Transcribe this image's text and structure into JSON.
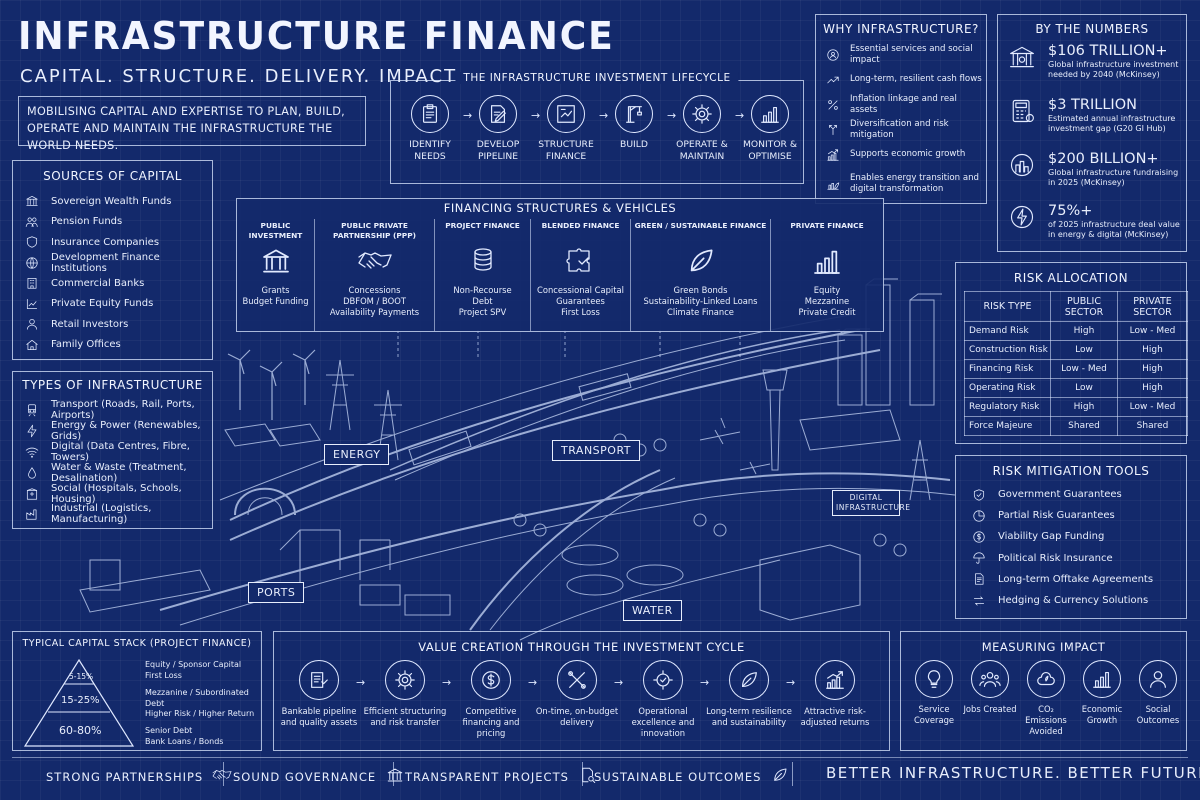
{
  "header": {
    "title": "INFRASTRUCTURE FINANCE",
    "tagline": "CAPITAL. STRUCTURE. DELIVERY. IMPACT.",
    "intro": "MOBILISING CAPITAL AND EXPERTISE TO PLAN, BUILD, OPERATE AND MAINTAIN THE INFRASTRUCTURE THE WORLD NEEDS."
  },
  "sources": {
    "title": "SOURCES OF CAPITAL",
    "items": [
      {
        "label": "Sovereign Wealth Funds",
        "icon": "bank-icon"
      },
      {
        "label": "Pension Funds",
        "icon": "people-icon"
      },
      {
        "label": "Insurance Companies",
        "icon": "shield-icon"
      },
      {
        "label": "Development Finance Institutions",
        "icon": "globe-icon"
      },
      {
        "label": "Commercial Banks",
        "icon": "building-icon"
      },
      {
        "label": "Private Equity Funds",
        "icon": "chart-icon"
      },
      {
        "label": "Retail Investors",
        "icon": "person-icon"
      },
      {
        "label": "Family Offices",
        "icon": "house-icon"
      }
    ]
  },
  "types": {
    "title": "TYPES OF INFRASTRUCTURE",
    "items": [
      {
        "label": "Transport (Roads, Rail, Ports, Airports)",
        "icon": "train-icon"
      },
      {
        "label": "Energy & Power (Renewables, Grids)",
        "icon": "bolt-icon"
      },
      {
        "label": "Digital (Data Centres, Fibre, Towers)",
        "icon": "wifi-icon"
      },
      {
        "label": "Water & Waste (Treatment, Desalination)",
        "icon": "drop-icon"
      },
      {
        "label": "Social (Hospitals, Schools, Housing)",
        "icon": "hospital-icon"
      },
      {
        "label": "Industrial (Logistics, Manufacturing)",
        "icon": "factory-icon"
      }
    ]
  },
  "lifecycle": {
    "title": "THE INFRASTRUCTURE INVESTMENT LIFECYCLE",
    "steps": [
      {
        "label": "IDENTIFY NEEDS",
        "icon": "clipboard-icon"
      },
      {
        "label": "DEVELOP PIPELINE",
        "icon": "pencil-doc-icon"
      },
      {
        "label": "STRUCTURE FINANCE",
        "icon": "structure-icon"
      },
      {
        "label": "BUILD",
        "icon": "crane-icon"
      },
      {
        "label": "OPERATE & MAINTAIN",
        "icon": "gear-icon"
      },
      {
        "label": "MONITOR & OPTIMISE",
        "icon": "bar-chart-icon"
      }
    ]
  },
  "why": {
    "title": "WHY INFRASTRUCTURE?",
    "items": [
      {
        "label": "Essential services and social impact",
        "icon": "people-circle-icon"
      },
      {
        "label": "Long-term, resilient cash flows",
        "icon": "trend-icon"
      },
      {
        "label": "Inflation linkage and real assets",
        "icon": "percent-icon"
      },
      {
        "label": "Diversification and risk mitigation",
        "icon": "diversify-icon"
      },
      {
        "label": "Supports economic growth",
        "icon": "growth-icon"
      },
      {
        "label": "Enables energy transition and digital transformation",
        "icon": "leaf-chart-icon"
      }
    ]
  },
  "numbers": {
    "title": "BY THE NUMBERS",
    "items": [
      {
        "value": "$106 TRILLION+",
        "desc": "Global infrastructure investment needed by 2040 (McKinsey)",
        "icon": "globe-building-icon"
      },
      {
        "value": "$3 TRILLION",
        "desc": "Estimated annual infrastructure investment gap (G20 GI Hub)",
        "icon": "calculator-icon"
      },
      {
        "value": "$200 BILLION+",
        "desc": "Global infrastructure fundraising in 2025 (McKinsey)",
        "icon": "city-icon"
      },
      {
        "value": "75%+",
        "desc": "of 2025 infrastructure deal value in energy & digital (McKinsey)",
        "icon": "energy-globe-icon"
      }
    ]
  },
  "financing": {
    "title": "FINANCING STRUCTURES & VEHICLES",
    "columns": [
      {
        "title": "PUBLIC INVESTMENT",
        "desc": "Grants\nBudget Funding",
        "icon": "bank-icon"
      },
      {
        "title": "PUBLIC PRIVATE PARTNERSHIP (PPP)",
        "desc": "Concessions\nDBFOM / BOOT\nAvailability Payments",
        "icon": "handshake-icon"
      },
      {
        "title": "PROJECT FINANCE",
        "desc": "Non-Recourse\nDebt\nProject SPV",
        "icon": "coins-icon"
      },
      {
        "title": "BLENDED FINANCE",
        "desc": "Concessional Capital\nGuarantees\nFirst Loss",
        "icon": "puzzle-icon"
      },
      {
        "title": "GREEN / SUSTAINABLE FINANCE",
        "desc": "Green Bonds\nSustainability-Linked Loans\nClimate Finance",
        "icon": "leaf-icon"
      },
      {
        "title": "PRIVATE FINANCE",
        "desc": "Equity\nMezzanine\nPrivate Credit",
        "icon": "bar-chart-icon"
      }
    ]
  },
  "scene_labels": {
    "energy": "ENERGY",
    "transport": "TRANSPORT",
    "digital": "DIGITAL INFRASTRUCTURE",
    "ports": "PORTS",
    "water": "WATER"
  },
  "risk": {
    "title": "RISK ALLOCATION",
    "headers": [
      "RISK TYPE",
      "PUBLIC SECTOR",
      "PRIVATE SECTOR"
    ],
    "rows": [
      [
        "Demand Risk",
        "High",
        "Low - Med"
      ],
      [
        "Construction Risk",
        "Low",
        "High"
      ],
      [
        "Financing Risk",
        "Low - Med",
        "High"
      ],
      [
        "Operating Risk",
        "Low",
        "High"
      ],
      [
        "Regulatory Risk",
        "High",
        "Low - Med"
      ],
      [
        "Force Majeure",
        "Shared",
        "Shared"
      ]
    ]
  },
  "mitigation": {
    "title": "RISK MITIGATION TOOLS",
    "items": [
      {
        "label": "Government Guarantees",
        "icon": "shield-check-icon"
      },
      {
        "label": "Partial Risk Guarantees",
        "icon": "pie-icon"
      },
      {
        "label": "Viability Gap Funding",
        "icon": "coin-icon"
      },
      {
        "label": "Political Risk Insurance",
        "icon": "umbrella-icon"
      },
      {
        "label": "Long-term Offtake Agreements",
        "icon": "document-icon"
      },
      {
        "label": "Hedging & Currency Solutions",
        "icon": "exchange-icon"
      }
    ]
  },
  "capital_stack": {
    "title": "TYPICAL CAPITAL STACK (PROJECT FINANCE)",
    "tiers": [
      {
        "pct": "5-15%",
        "label": "Equity / Sponsor Capital\nFirst Loss"
      },
      {
        "pct": "15-25%",
        "label": "Mezzanine / Subordinated Debt\nHigher Risk / Higher Return"
      },
      {
        "pct": "60-80%",
        "label": "Senior Debt\nBank Loans / Bonds"
      }
    ]
  },
  "value_creation": {
    "title": "VALUE CREATION THROUGH THE INVESTMENT CYCLE",
    "steps": [
      {
        "label": "Bankable pipeline and quality assets",
        "icon": "pipeline-icon"
      },
      {
        "label": "Efficient structuring and risk transfer",
        "icon": "gear-icon"
      },
      {
        "label": "Competitive financing and pricing",
        "icon": "dollar-icon"
      },
      {
        "label": "On-time, on-budget delivery",
        "icon": "tools-icon"
      },
      {
        "label": "Operational excellence and innovation",
        "icon": "gear-check-icon"
      },
      {
        "label": "Long-term resilience and sustainability",
        "icon": "leaf-icon"
      },
      {
        "label": "Attractive risk-adjusted returns",
        "icon": "growth-icon"
      }
    ]
  },
  "impact": {
    "title": "MEASURING IMPACT",
    "items": [
      {
        "label": "Service Coverage",
        "icon": "lightbulb-icon"
      },
      {
        "label": "Jobs Created",
        "icon": "team-icon"
      },
      {
        "label": "CO₂ Emissions Avoided",
        "icon": "cloud-icon"
      },
      {
        "label": "Economic Growth",
        "icon": "bar-chart-icon"
      },
      {
        "label": "Social Outcomes",
        "icon": "person-icon"
      }
    ]
  },
  "footer": {
    "items": [
      {
        "label": "STRONG PARTNERSHIPS",
        "icon": "handshake-icon"
      },
      {
        "label": "SOUND GOVERNANCE",
        "icon": "bank-icon"
      },
      {
        "label": "TRANSPARENT PROJECTS",
        "icon": "magnifier-doc-icon"
      },
      {
        "label": "SUSTAINABLE OUTCOMES",
        "icon": "leaf-icon"
      }
    ],
    "slogan": "BETTER INFRASTRUCTURE. BETTER FUTURE."
  }
}
